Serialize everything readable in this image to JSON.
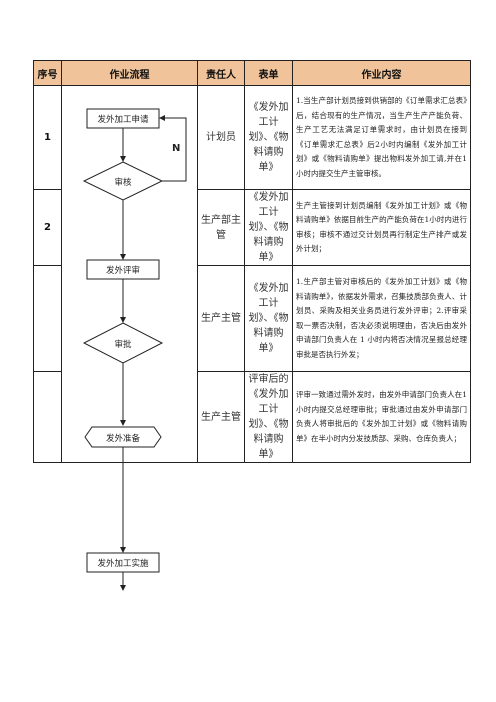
{
  "table": {
    "headers": [
      "序号",
      "作业流程",
      "责任人",
      "表单",
      "作业内容"
    ],
    "rows": [
      {
        "seq": "1",
        "person": "计划员",
        "form": "《发外加工计划》、《物料请购单》",
        "content": "1.当生产部计划员接到供销部的《订单需求汇总表》后，结合现有的生产情况，当生产生产产能负荷、生产工艺无法满足订单需求时，由计划员在接到《订单需求汇总表》后2小时内编制《发外加工计划》或《物料请购单》提出物料发外加工请,并在1小时内提交生产主管审核。"
      },
      {
        "seq": "2",
        "person": "生产部主管",
        "form": "《发外加工计划》、《物料请购单》",
        "content": "生产主管接到计划员编制《发外加工计划》或《物料请购单》依据目前生产的产能负荷在1小时内进行审核；审核不通过交计划员再行制定生产排产或发外计划；"
      },
      {
        "seq": "",
        "person": "生产主管",
        "form": "《发外加工计划》、《物料请购单》",
        "content": "1.生产部主管对审核后的《发外加工计划》或《物料请购单》，依据发外需求，召集技质部负责人、计划员、采购及相关业务员进行发外评审；2.评审采取一票否决制，否决必须说明理由，否决后由发外申请部门负责人在 1 小时内将否决情况呈报总经理审批是否执行外发；"
      },
      {
        "seq": "",
        "person": "生产主管",
        "form": "评审后的《发外加工计划》、《物料请购单》",
        "content": "评审一致通过需外发时，由发外申请部门负责人在1小时内提交总经理审批；审批通过由发外申请部门负责人将审批后的《发外加工计划》或《物料请购单》在半小时内分发技质部、采购、仓库负责人；"
      }
    ]
  },
  "flow": {
    "nodes": {
      "apply": "发外加工申请",
      "audit": "审核",
      "review": "发外评审",
      "approve": "审批",
      "prepare": "发外准备",
      "implement": "发外加工实施"
    },
    "no_label": "N"
  }
}
